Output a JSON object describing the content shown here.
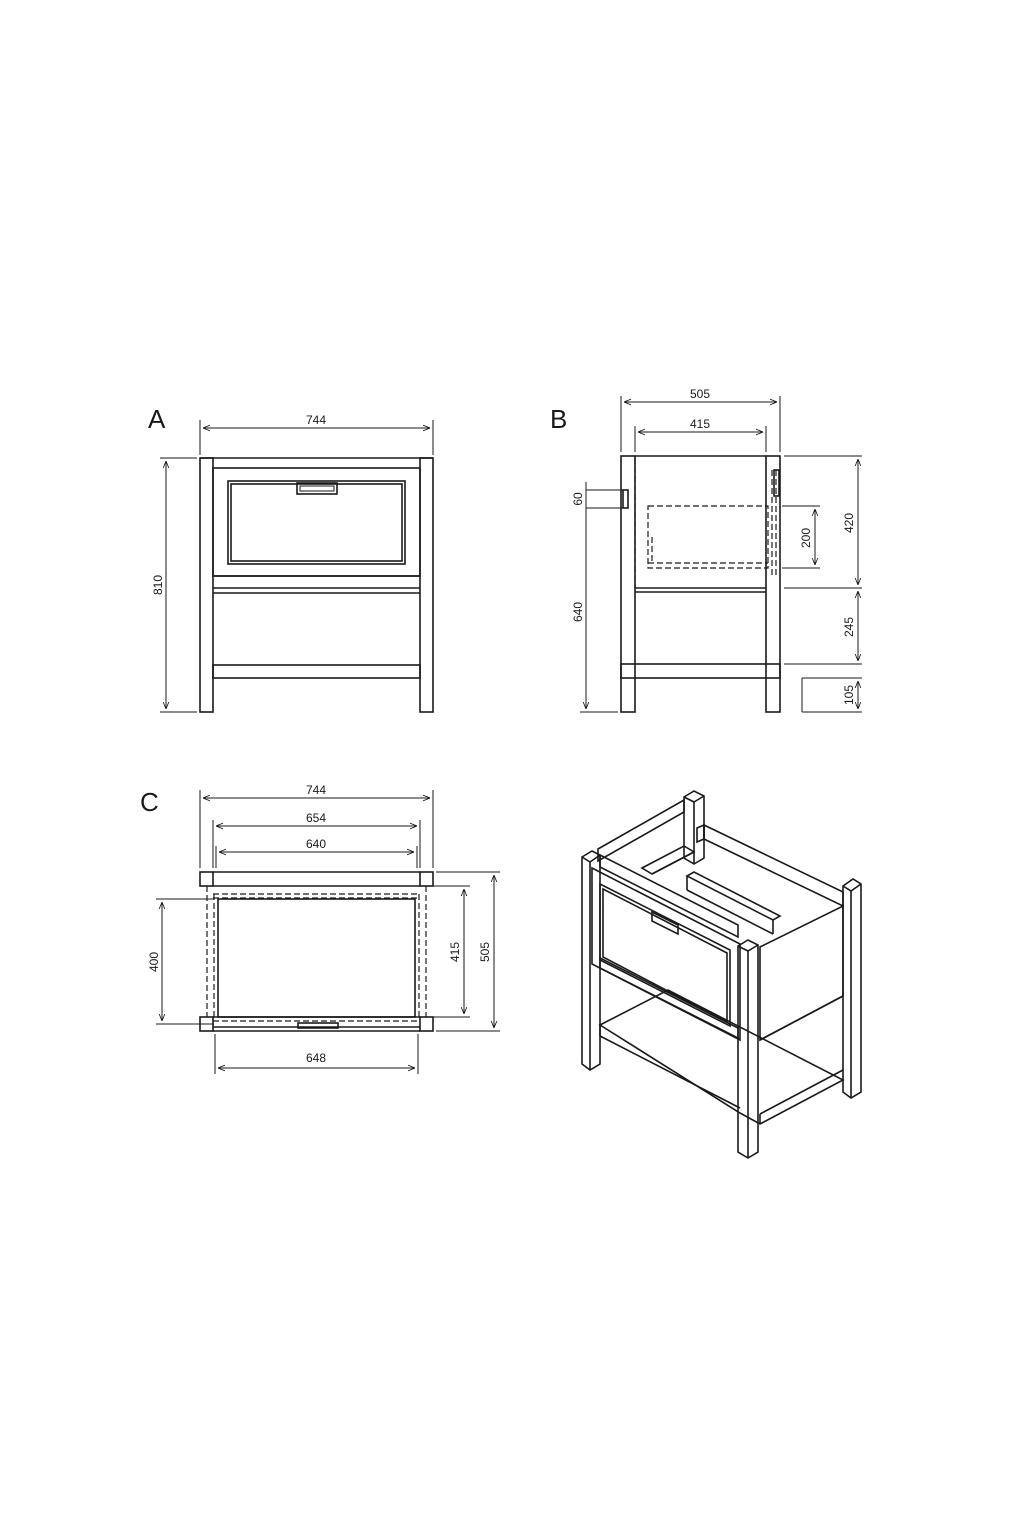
{
  "views": {
    "a": {
      "label": "A",
      "width": "744",
      "height": "810"
    },
    "b": {
      "label": "B",
      "depth_total": "505",
      "depth_inner": "415",
      "handle_offset": "60",
      "lower_height": "640",
      "drawer_height": "200",
      "upper_height": "420",
      "mid_gap": "245",
      "shelf_height": "105"
    },
    "c": {
      "label": "C",
      "width_outer": "744",
      "width_654": "654",
      "width_640": "640",
      "depth_400": "400",
      "depth_415": "415",
      "depth_505": "505",
      "width_bottom": "648"
    }
  }
}
